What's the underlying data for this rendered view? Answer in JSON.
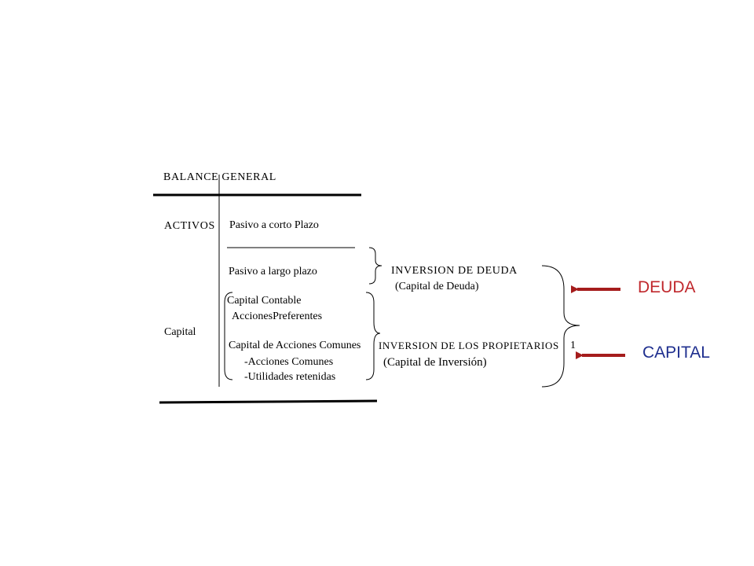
{
  "balance": {
    "title": "BALANCE GENERAL",
    "activos": "ACTIVOS",
    "capital": "Capital",
    "pasivo_corto": "Pasivo a corto Plazo",
    "pasivo_largo": "Pasivo a largo plazo",
    "capital_contable": "Capital Contable",
    "acciones_preferentes": "AccionesPreferentes",
    "capital_acciones_comunes": "Capital de Acciones Comunes",
    "acciones_comunes": "-Acciones Comunes",
    "utilidades": "-Utilidades retenidas"
  },
  "groups": {
    "deuda_title": "INVERSION DE DEUDA",
    "deuda_sub": "(Capital de Deuda)",
    "propietarios_title": "INVERSION DE LOS PROPIETARIOS",
    "propietarios_note": "1",
    "propietarios_sub": "(Capital de Inversión)"
  },
  "labels": {
    "deuda": "DEUDA",
    "capital": "CAPITAL"
  },
  "colors": {
    "arrow": "#a51c1c",
    "deuda_label": "#c0282d",
    "capital_label": "#1f2f8f"
  }
}
